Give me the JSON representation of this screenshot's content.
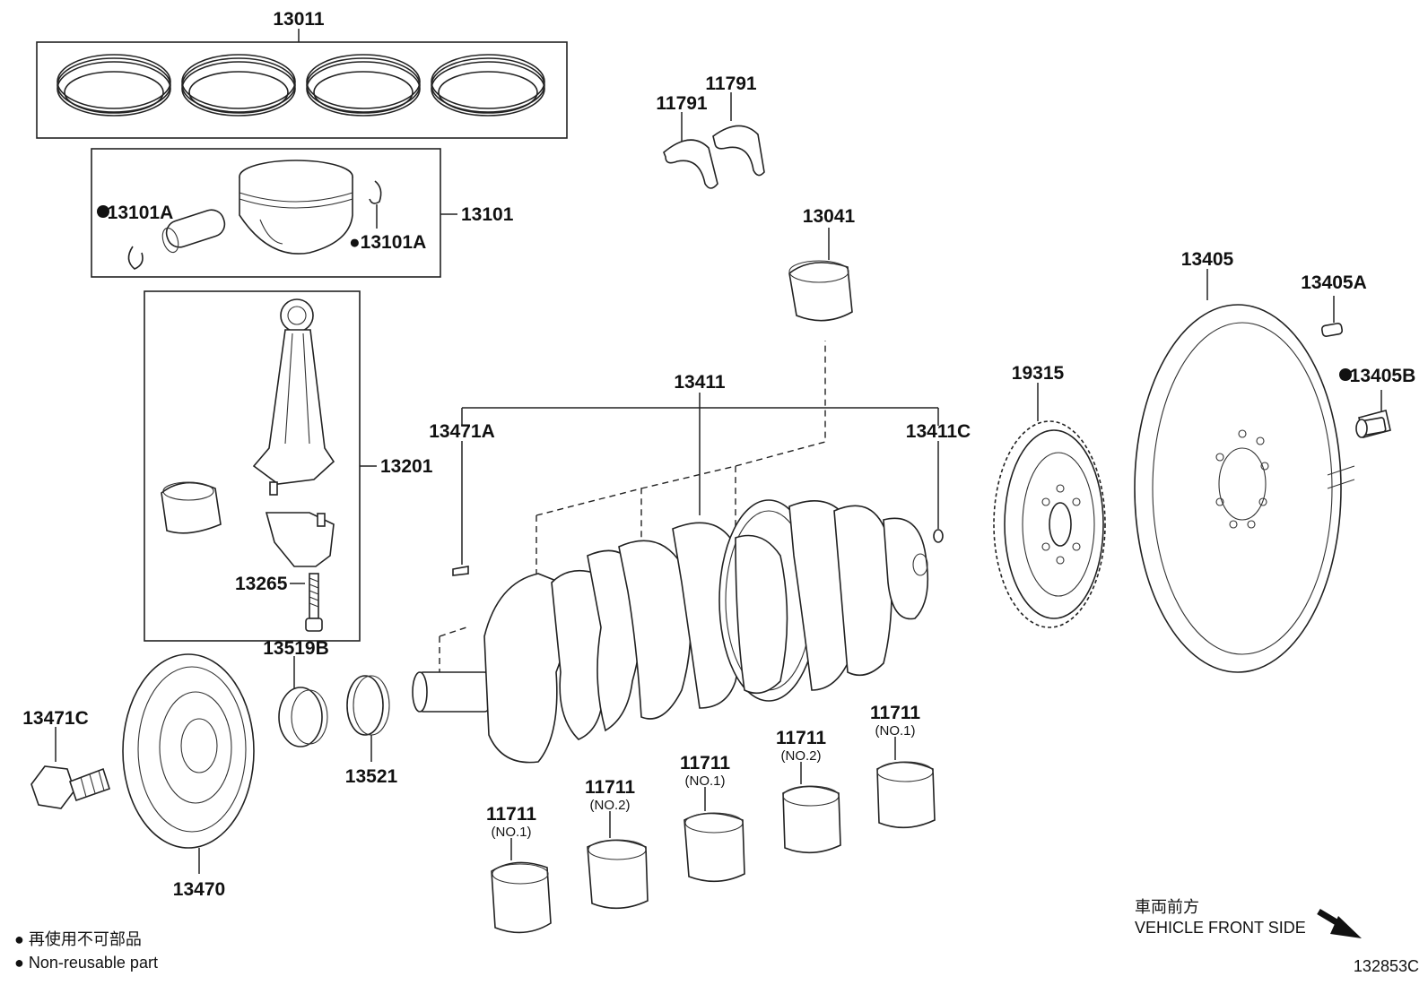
{
  "labels": {
    "p13011": "13011",
    "p13101": "13101",
    "p13101A_left": "●13101A",
    "p13101A_right": "●13101A",
    "p13201": "13201",
    "p13265": "13265",
    "p13519B": "13519B",
    "p13521": "13521",
    "p13470": "13470",
    "p13471C": "13471C",
    "p13471A": "13471A",
    "p13411": "13411",
    "p13411C": "13411C",
    "p13041": "13041",
    "p11791_a": "11791",
    "p11791_b": "11791",
    "p19315": "19315",
    "p13405": "13405",
    "p13405A": "13405A",
    "p13405B": "●13405B",
    "bearings": [
      {
        "part": "11711",
        "note": "(NO.1)"
      },
      {
        "part": "11711",
        "note": "(NO.2)"
      },
      {
        "part": "11711",
        "note": "(NO.1)"
      },
      {
        "part": "11711",
        "note": "(NO.2)"
      },
      {
        "part": "11711",
        "note": "(NO.1)"
      }
    ]
  },
  "legend": {
    "jp": "● 再使用不可部品",
    "en": "● Non-reusable part"
  },
  "direction": {
    "jp": "車両前方",
    "en": "VEHICLE FRONT SIDE"
  },
  "figure_id": "132853C"
}
